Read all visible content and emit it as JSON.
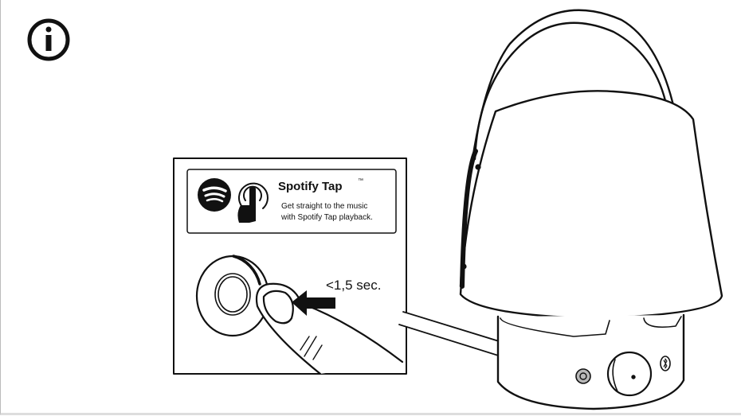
{
  "info_icon": "info-icon",
  "label": {
    "title": "Spotify Tap",
    "trademark": "™",
    "line1": "Get straight to the music",
    "line2": "with Spotify Tap playback."
  },
  "duration_text": "<1,5 sec.",
  "colors": {
    "ink": "#111111",
    "button_highlight": "#b8b8b8"
  }
}
